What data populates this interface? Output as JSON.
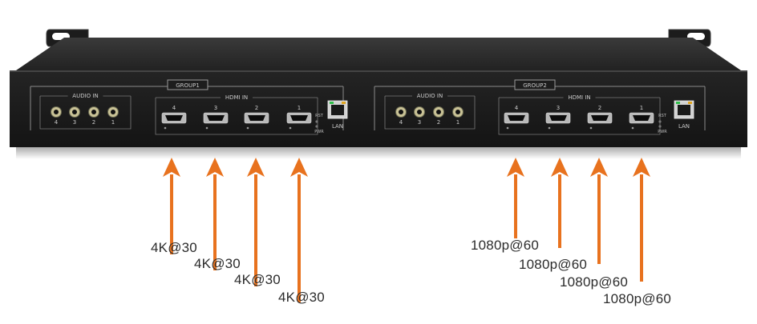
{
  "device": {
    "groups": [
      {
        "title": "GROUP1",
        "audio_in": {
          "title": "AUDIO IN",
          "ports": [
            "4",
            "3",
            "2",
            "1"
          ]
        },
        "hdmi_in": {
          "title": "HDMI IN",
          "ports": [
            "4",
            "3",
            "2",
            "1"
          ]
        },
        "rst_label": "RST",
        "pwr_label": "PWR",
        "lan_label": "LAN",
        "input_labels": [
          "4K@30",
          "4K@30",
          "4K@30",
          "4K@30"
        ]
      },
      {
        "title": "GROUP2",
        "audio_in": {
          "title": "AUDIO IN",
          "ports": [
            "4",
            "3",
            "2",
            "1"
          ]
        },
        "hdmi_in": {
          "title": "HDMI IN",
          "ports": [
            "4",
            "3",
            "2",
            "1"
          ]
        },
        "rst_label": "RST",
        "pwr_label": "PWR",
        "lan_label": "LAN",
        "input_labels": [
          "1080p@60",
          "1080p@60",
          "1080p@60",
          "1080p@60"
        ]
      }
    ]
  },
  "colors": {
    "arrow": "#e8721e",
    "chassis": "#1e1e1e",
    "label_text": "#2b2b2b"
  }
}
